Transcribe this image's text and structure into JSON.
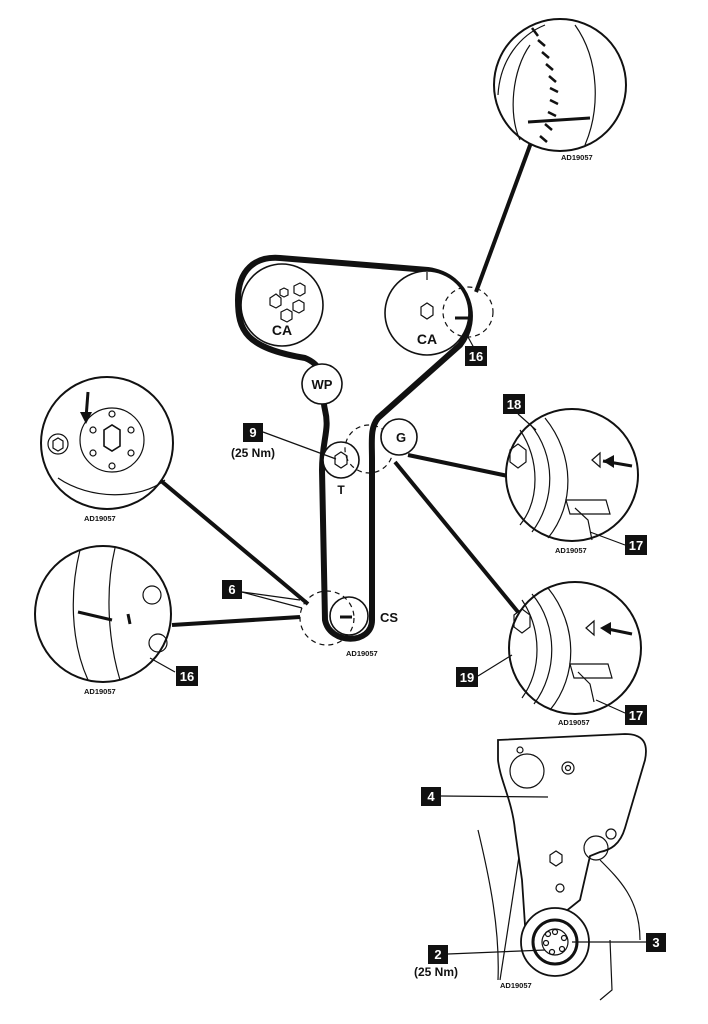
{
  "labels": {
    "camshaft_left": "CA",
    "camshaft_right": "CA",
    "water_pump": "WP",
    "tensioner": "T",
    "guide": "G",
    "crankshaft": "CS"
  },
  "callouts": {
    "c9": "9",
    "c9_torque": "(25 Nm)",
    "c6": "6",
    "c16_top": "16",
    "c16_left": "16",
    "c18": "18",
    "c17_upper": "17",
    "c19": "19",
    "c17_lower": "17",
    "c4": "4",
    "c2": "2",
    "c2_torque": "(25 Nm)",
    "c3": "3"
  },
  "figure_codes": {
    "top_detail": "AD19057",
    "left_upper_detail": "AD19057",
    "left_lower_detail": "AD19057",
    "center": "AD19057",
    "right_upper_detail": "AD19057",
    "right_lower_detail": "AD19057",
    "bottom": "AD19057"
  },
  "colors": {
    "line": "#111111",
    "background": "#ffffff"
  }
}
